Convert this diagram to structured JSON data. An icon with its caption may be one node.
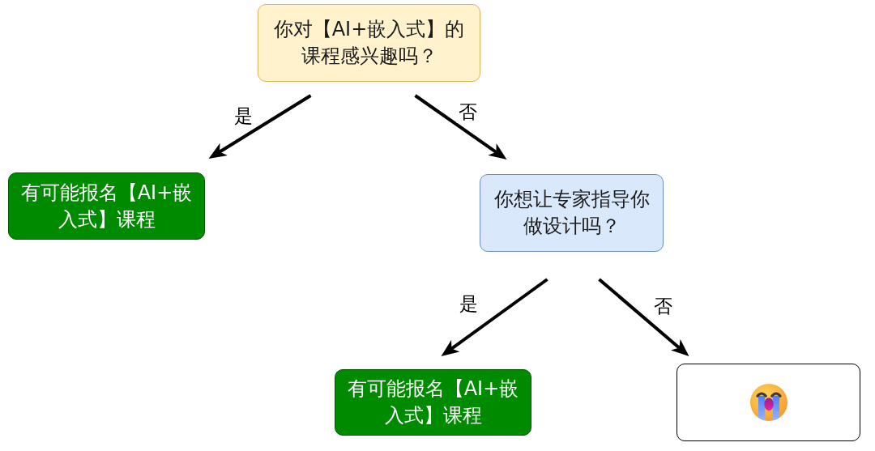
{
  "diagram": {
    "nodes": [
      {
        "text": [
          "你对【AI+嵌入式】的课程感兴趣吗？"
        ]
      },
      {
        "text": [
          "有可能报名【AI+嵌入式】课程"
        ]
      },
      {
        "text": [
          "你想让专家指导你做设计吗？"
        ]
      },
      {
        "text": [
          "有可能报名【AI+嵌入式】课程"
        ]
      },
      {
        "text": [],
        "shape": "box"
      }
    ],
    "edges": [
      {
        "from": 0,
        "to": 1,
        "arrow": "to",
        "label": "是"
      },
      {
        "from": 0,
        "to": 2,
        "arrow": "to",
        "label": "否"
      },
      {
        "from": 2,
        "to": 3,
        "arrow": "to",
        "label": "是"
      },
      {
        "from": 2,
        "to": 4,
        "arrow": "to",
        "label": "否"
      }
    ]
  }
}
